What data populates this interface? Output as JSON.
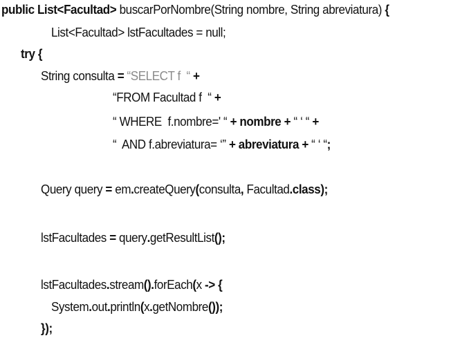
{
  "code": {
    "lines": [
      {
        "tokens": [
          {
            "text": "public List<Facultad>",
            "bold": true
          },
          {
            "text": " buscarPorNombre(String nombre, String abreviatura) ",
            "bold": false
          },
          {
            "text": "{",
            "bold": true
          }
        ]
      },
      {
        "tokens": [
          {
            "text": "List<Facultad> lstFacultades = null;",
            "bold": false
          }
        ]
      },
      {
        "tokens": [
          {
            "text": "try {",
            "bold": true
          }
        ]
      },
      {
        "tokens": [
          {
            "text": "String consulta ",
            "bold": false
          },
          {
            "text": "=",
            "bold": true
          },
          {
            "text": " “SELECT f  “",
            "bold": false,
            "grey": true
          },
          {
            "text": " +",
            "bold": true
          }
        ]
      },
      {
        "tokens": [
          {
            "text": "“FROM Facultad f  “",
            "bold": false
          },
          {
            "text": " +",
            "bold": true
          }
        ]
      },
      {
        "tokens": [
          {
            "text": "“ WHERE  f.nombre=' “",
            "bold": false
          },
          {
            "text": " + nombre + ",
            "bold": true
          },
          {
            "text": "“ ‘ “",
            "bold": false
          },
          {
            "text": " +",
            "bold": true
          }
        ]
      },
      {
        "tokens": [
          {
            "text": "“  AND f.abreviatura= ‘”",
            "bold": false
          },
          {
            "text": " + abreviatura + ",
            "bold": true
          },
          {
            "text": "“ ‘ “",
            "bold": false
          },
          {
            "text": ";",
            "bold": true
          }
        ]
      },
      {
        "tokens": [
          {
            "text": "Query query ",
            "bold": false
          },
          {
            "text": "=",
            "bold": true
          },
          {
            "text": " em",
            "bold": false
          },
          {
            "text": ".",
            "bold": true
          },
          {
            "text": "createQuery",
            "bold": false
          },
          {
            "text": "(",
            "bold": true
          },
          {
            "text": "consulta",
            "bold": false
          },
          {
            "text": ",",
            "bold": true
          },
          {
            "text": " Facultad",
            "bold": false
          },
          {
            "text": ".class);",
            "bold": true
          }
        ]
      },
      {
        "tokens": [
          {
            "text": "lstFacultades ",
            "bold": false
          },
          {
            "text": "=",
            "bold": true
          },
          {
            "text": " query",
            "bold": false
          },
          {
            "text": ".",
            "bold": true
          },
          {
            "text": "getResultList",
            "bold": false
          },
          {
            "text": "();",
            "bold": true
          }
        ]
      },
      {
        "tokens": [
          {
            "text": "lstFacultades",
            "bold": false
          },
          {
            "text": ".",
            "bold": true
          },
          {
            "text": "stream",
            "bold": false
          },
          {
            "text": "().",
            "bold": true
          },
          {
            "text": "forEach",
            "bold": false
          },
          {
            "text": "(",
            "bold": true
          },
          {
            "text": "x ",
            "bold": false
          },
          {
            "text": "-> {",
            "bold": true
          }
        ]
      },
      {
        "tokens": [
          {
            "text": "System",
            "bold": false
          },
          {
            "text": ".",
            "bold": true
          },
          {
            "text": "out",
            "bold": false
          },
          {
            "text": ".",
            "bold": true
          },
          {
            "text": "println",
            "bold": false
          },
          {
            "text": "(",
            "bold": true
          },
          {
            "text": "x",
            "bold": false
          },
          {
            "text": ".",
            "bold": true
          },
          {
            "text": "getNombre",
            "bold": false
          },
          {
            "text": "());",
            "bold": true
          }
        ]
      },
      {
        "tokens": [
          {
            "text": "});",
            "bold": true
          }
        ]
      }
    ]
  }
}
